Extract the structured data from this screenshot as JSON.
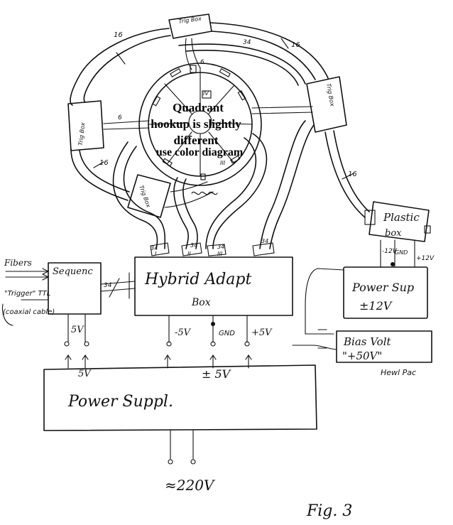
{
  "note": {
    "line1": "Quadrant",
    "line2": "hookup is slightly",
    "line3": "different",
    "line4": "use color diagram"
  },
  "labels": {
    "fibers": "Fibers",
    "sequencer": "Sequenc",
    "trigger": "\"Trigger\" TTL",
    "coaxial": "(coaxial cable)",
    "hybrid_line1": "Hybrid Adapt",
    "hybrid_line2": "Box",
    "power_supply_main": "Power Suppl.",
    "power_supply_12": "Power Sup",
    "power_supply_12_value": "±12V",
    "plastic_box_line1": "Plastic",
    "plastic_box_line2": "box",
    "bias_line1": "Bias Volt",
    "bias_line2": "\"+50V\"",
    "bias_brand": "Hewl Pac",
    "mains": "≈220V",
    "fig": "Fig. 3",
    "five_v_seq": "5V",
    "minus5": "-5V",
    "gnd": "GND",
    "plus5": "+5V",
    "ps_5v_left": "5V",
    "ps_pm5v": "± 5V",
    "pb_m12": "-12V",
    "pb_gnd": "GND",
    "pb_p12": "+12V",
    "cable34_top": "34",
    "cable34_seq": "34",
    "cable16_tl": "16",
    "cable16_tr": "16",
    "cable16_r": "16",
    "cable16_l": "16",
    "cable6_a": "6",
    "cable6_b": "6",
    "conn_I": "I",
    "conn_II": "II",
    "conn_III": "III",
    "conn_34a": "34",
    "conn_34b": "34",
    "conn_34c": "34",
    "conn_34d": "34",
    "iv": "IV",
    "iii_q": "III",
    "trig_box_top": "Trig Box",
    "trig_box_right": "Trig Box",
    "trig_box_left": "Trig Box",
    "trig_box_bottom": "Trig Box"
  }
}
